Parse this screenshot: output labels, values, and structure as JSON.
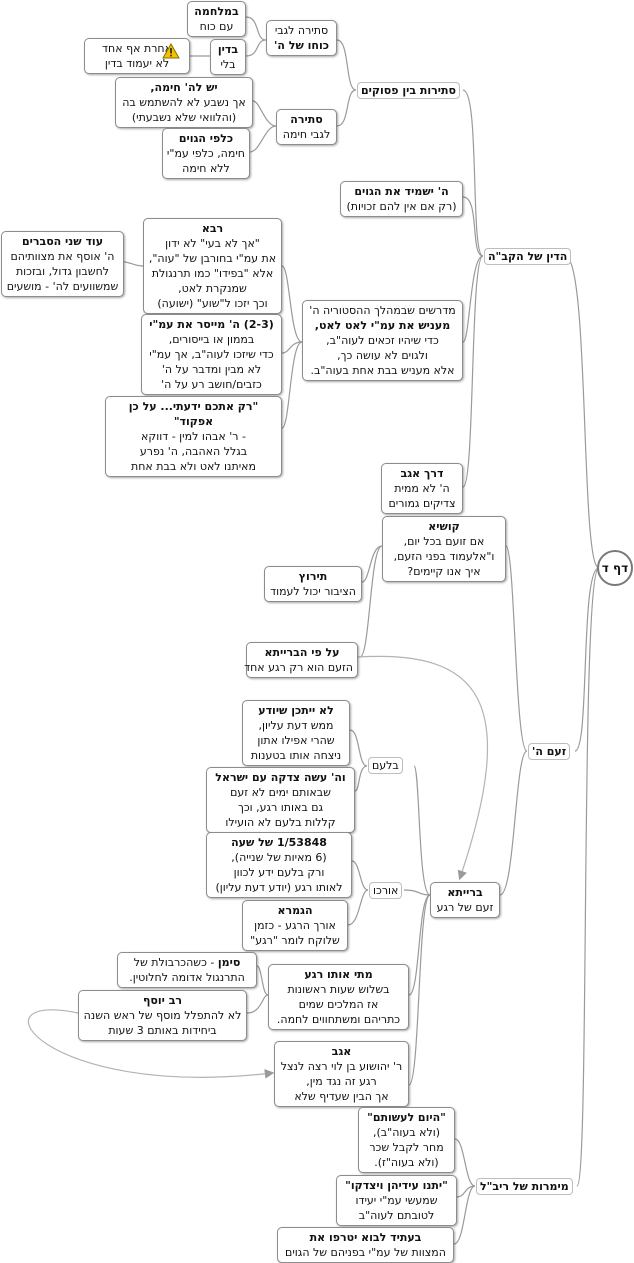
{
  "root": "דף ד",
  "branches": {
    "din": "הדין של הקב\"ה",
    "zaam": "זעם ה'",
    "meimrot": "מימרות של ריב\"ל"
  },
  "stirot": {
    "label": "סתירות בין פסוקים",
    "koach": {
      "title": "כוחו של ה'",
      "line1": "סתירה לגבי"
    },
    "milchama": {
      "title": "במלחמה",
      "line1": "עם כוח"
    },
    "bedin": {
      "title": "בדין",
      "line1": "בלי"
    },
    "acheret": {
      "line1": "אחרת אף אחד",
      "line2": "לא יעמוד בדין"
    },
    "hema": {
      "title": "סתירה",
      "line1": "לגבי חימה"
    },
    "yesh": {
      "title": "יש לה' חימה,",
      "line1": "אך נשבע לא להשתמש בה",
      "line2": "(והלוואי שלא נשבעתי)"
    },
    "klapei": {
      "title": "כלפי הגוים",
      "line1": "חימה, כלפי עמ\"י",
      "line2": "ללא חימה"
    }
  },
  "yashmid": {
    "title": "ה' ישמיד את הגוים",
    "line1": "(רק אם אין להם זכויות)"
  },
  "midrashim": {
    "line1": "מדרשים שבמהלך ההסטוריה ה'",
    "line2": "מעניש את עמ\"י לאט לאט,",
    "line3": "כדי שיהיו זכאים לעוה\"ב,",
    "line4": "ולגוים לא עושה כך,",
    "line5": "אלא מעניש בבת אחת בעוה\"ב."
  },
  "rava": {
    "title": "רבא",
    "line1": "\"אך לא בעי\" לא ידון",
    "line2": "את עמ\"י בחורבן של \"עוה\",",
    "line3": "אלא \"בפידו\" כמו תרנגולת",
    "line4": "שמנקרת לאט,",
    "line5": "וכך יזכו ל\"שוע\" (ישועה)"
  },
  "od": {
    "title": "עוד שני הסברים",
    "line1": "ה' אוסף את מצוותיהם",
    "line2": "לחשבון גדול, ובזכות",
    "line3": "שמשוועים לה' - מושעים"
  },
  "meiser": {
    "title": "(2-3) ה' מייסר את עמ\"י",
    "line1": "בממון או בייסורים,",
    "line2": "כדי שיזכו לעוה\"ב, אך עמ\"י",
    "line3": "לא מבין ומדבר על ה'",
    "line4": "כזבים/חושב רע על ה'"
  },
  "rak": {
    "title": "\"רק אתכם ידעתי... על כן אפקוד\"",
    "line1": "- ר' אבהו למין - דווקא",
    "line2": "בגלל האהבה, ה' נפרע",
    "line3": "מאיתנו לאט ולא בבת אחת"
  },
  "derech": {
    "title": "דרך אגב",
    "line1": "ה' לא ממית",
    "line2": "צדיקים גמורים"
  },
  "kushya": {
    "title": "קושיא",
    "line1": "אם זועם בכל יום,",
    "line2": "ו\"אלעמוד בפני הזעם,",
    "line3": "איך אנו קיימים?"
  },
  "terutz": {
    "title": "תירוץ",
    "line1": "הציבור יכול לעמוד"
  },
  "beriyta_top": {
    "title": "על פי הברייתא",
    "line1": "הזעם הוא רק רגע אחד"
  },
  "bilam": {
    "label": "בלעם"
  },
  "lo_yitachen": {
    "title": "לא ייתכן שיודע",
    "line1": "ממש דעת עליון,",
    "line2": "שהרי אפילו אתון",
    "line3": "ניצחה אותו בטענות"
  },
  "tzedaka": {
    "title": "וה' עשה צדקה עם ישראל",
    "line1": "שבאותם ימים לא זעם",
    "line2": "גם באותו רגע, וכך",
    "line3": "קללות בלעם לא הועילו"
  },
  "orko": {
    "label": "אורכו"
  },
  "fraction": {
    "title": "1/53848 של שעה",
    "line1": "(6 מאיות של שנייה),",
    "line2": "ורק בלעם ידע לכוון",
    "line3": "לאותו רגע (יודע דעת עליון)"
  },
  "gemara": {
    "title": "הגמרא",
    "line1": "אורך הרגע - כזמן",
    "line2": "שלוקח לומר \"רגע\""
  },
  "beriyta": {
    "title": "ברייתא",
    "line1": "זעם של רגע"
  },
  "mataiy": {
    "title": "מתי אותו רגע",
    "line1": "בשלוש שעות ראשונות",
    "line2": "אז המלכים שמים",
    "line3": "כתריהם ומשתחווים לחמה."
  },
  "siman": {
    "title": "סימן",
    "title_rest": " - כשהכרבולת של",
    "line1": "התרנגול אדומה לחלוטין."
  },
  "rav_yosef": {
    "title": "רב יוסף",
    "line1": "לא להתפלל מוסף של ראש השנה",
    "line2": "ביחידות באותם 3 שעות"
  },
  "agav": {
    "title": "אגב",
    "line1": "ר' יהושוע בן לוי רצה לנצל",
    "line2": "רגע זה נגד מין,",
    "line3": "אך הבין שעדיף שלא"
  },
  "hayom": {
    "title": "\"היום לעשותם\"",
    "line1": "(ולא בעוה\"ב),",
    "line2": "מחר לקבל שכר",
    "line3": "(ולא בעוה\"ז)."
  },
  "yitnu": {
    "title": "\"יתנו עידיהן ויצדקו\"",
    "line1": "שמעשי עמ\"י יעידו",
    "line2": "לטובתם לעוה\"ב"
  },
  "beatid": {
    "title": "בעתיד לבוא יטרפו את",
    "line1": "המצוות של עמ\"י בפניהם של הגוים"
  }
}
